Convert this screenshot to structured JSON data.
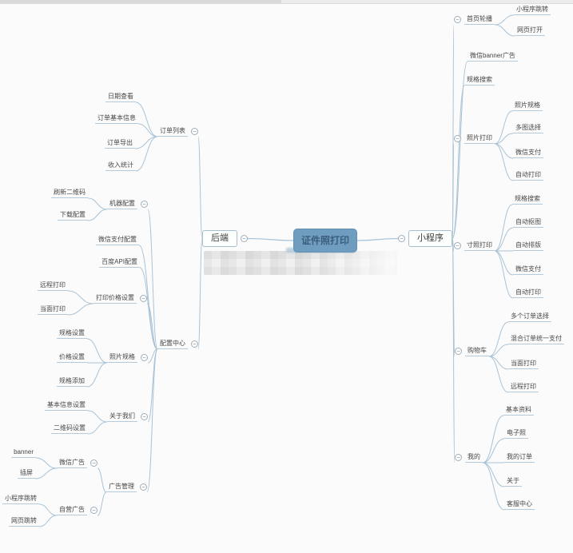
{
  "app": {
    "background": "#fbfbfb",
    "line_color": "#a9c3d6",
    "accent": "#6f9dbf"
  },
  "symbols": {
    "minus": "−"
  },
  "root": {
    "label": "证件照打印"
  },
  "left_branch": {
    "label": "后端",
    "children": [
      {
        "label": "订单列表",
        "children": [
          {
            "label": "日期查看"
          },
          {
            "label": "订单基本信息"
          },
          {
            "label": "订单导出"
          },
          {
            "label": "收入统计"
          }
        ]
      },
      {
        "label": "配置中心",
        "children": [
          {
            "label": "机器配置",
            "children": [
              {
                "label": "刷新二维码"
              },
              {
                "label": "下载配置"
              }
            ]
          },
          {
            "label": "微信支付配置"
          },
          {
            "label": "百度API配置"
          },
          {
            "label": "打印价格设置",
            "children": [
              {
                "label": "远程打印"
              },
              {
                "label": "当面打印"
              }
            ]
          },
          {
            "label": "照片规格",
            "children": [
              {
                "label": "规格设置"
              },
              {
                "label": "价格设置"
              },
              {
                "label": "规格添加"
              }
            ]
          },
          {
            "label": "关于我们",
            "children": [
              {
                "label": "基本信息设置"
              },
              {
                "label": "二维码设置"
              }
            ]
          },
          {
            "label": "广告管理",
            "children": [
              {
                "label": "微信广告",
                "children": [
                  {
                    "label": "banner"
                  },
                  {
                    "label": "插屏"
                  }
                ]
              },
              {
                "label": "自营广告",
                "children": [
                  {
                    "label": "小程序跳转"
                  },
                  {
                    "label": "网页跳转"
                  }
                ]
              }
            ]
          }
        ]
      }
    ]
  },
  "right_branch": {
    "label": "小程序",
    "children": [
      {
        "label": "首页轮播",
        "children": [
          {
            "label": "小程序跳转"
          },
          {
            "label": "网页打开"
          }
        ]
      },
      {
        "label": "微信banner广告"
      },
      {
        "label": "规格搜索"
      },
      {
        "label": "照片打印",
        "children": [
          {
            "label": "照片规格"
          },
          {
            "label": "多图选择"
          },
          {
            "label": "微信支付"
          },
          {
            "label": "自动打印"
          }
        ]
      },
      {
        "label": "寸照打印",
        "children": [
          {
            "label": "规格搜索"
          },
          {
            "label": "自动抠图"
          },
          {
            "label": "自动排版"
          },
          {
            "label": "微信支付"
          },
          {
            "label": "自动打印"
          }
        ]
      },
      {
        "label": "购物车",
        "children": [
          {
            "label": "多个订单选择"
          },
          {
            "label": "混合订单统一支付"
          },
          {
            "label": "当面打印"
          },
          {
            "label": "远程打印"
          }
        ]
      },
      {
        "label": "我的",
        "children": [
          {
            "label": "基本资料"
          },
          {
            "label": "电子照"
          },
          {
            "label": "我的订单"
          },
          {
            "label": "关于"
          },
          {
            "label": "客服中心"
          }
        ]
      }
    ]
  }
}
